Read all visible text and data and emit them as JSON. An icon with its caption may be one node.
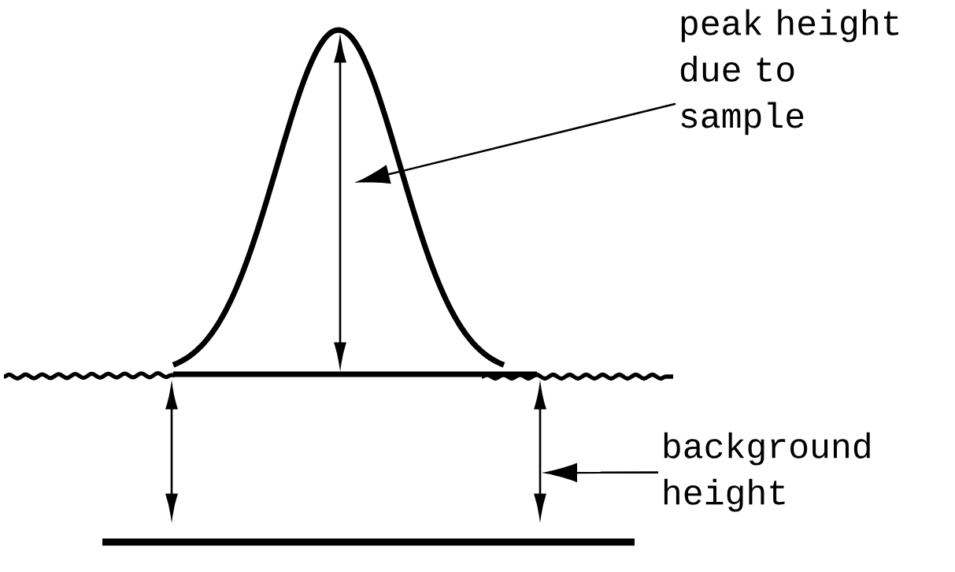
{
  "diagram": {
    "nodes": [
      {
        "text": [
          "peak height due to sample"
        ]
      },
      {
        "text": [
          "background height"
        ]
      }
    ],
    "edges": [
      {
        "from": 0,
        "to": null,
        "arrow": "to"
      },
      {
        "from": 1,
        "to": null,
        "arrow": "to"
      }
    ]
  }
}
